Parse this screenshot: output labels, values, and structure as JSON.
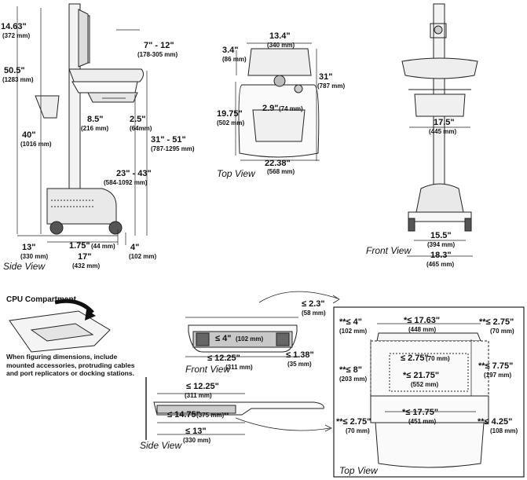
{
  "side_view": {
    "caption": "Side View",
    "dims": [
      {
        "v": "14.63\"",
        "mm": "(372 mm)"
      },
      {
        "v": "50.5\"",
        "mm": "(1283 mm)"
      },
      {
        "v": "40\"",
        "mm": "(1016 mm)"
      },
      {
        "v": "7\" - 12\"",
        "mm": "(178-305 mm)"
      },
      {
        "v": "8.5\"",
        "mm": "(216 mm)"
      },
      {
        "v": "2.5\"",
        "mm": "(64mm)"
      },
      {
        "v": "31\" - 51\"",
        "mm": "(787-1295 mm)"
      },
      {
        "v": "23\" - 43\"",
        "mm": "(584-1092 mm)"
      },
      {
        "v": "13\"",
        "mm": "(330 mm)"
      },
      {
        "v": "1.75\"",
        "mm": "(44 mm)"
      },
      {
        "v": "17\"",
        "mm": "(432 mm)"
      },
      {
        "v": "4\"",
        "mm": "(102 mm)"
      }
    ]
  },
  "top_view": {
    "caption": "Top View",
    "dims": [
      {
        "v": "13.4\"",
        "mm": "(340 mm)"
      },
      {
        "v": "3.4\"",
        "mm": "(86 mm)"
      },
      {
        "v": "31\"",
        "mm": "(787 mm)"
      },
      {
        "v": "19.75\"",
        "mm": "(502 mm)"
      },
      {
        "v": "2.9\"",
        "mm": "(74 mm)"
      },
      {
        "v": "22.38\"",
        "mm": "(568 mm)"
      }
    ]
  },
  "front_view": {
    "caption": "Front View",
    "dims": [
      {
        "v": "17.5\"",
        "mm": "(445 mm)"
      },
      {
        "v": "15.5\"",
        "mm": "(394 mm)"
      },
      {
        "v": "18.3\"",
        "mm": "(465 mm)"
      }
    ]
  },
  "cpu": {
    "title": "CPU Compartment",
    "note": "When figuring dimensions, include mounted accessories, protruding cables and port replicators or docking stations.",
    "front_caption": "Front View",
    "side_caption": "Side View",
    "top_caption": "Top View",
    "front_dims": [
      {
        "v": "≤ 2.3\"",
        "mm": "(58 mm)"
      },
      {
        "v": "≤ 4\"",
        "mm": "(102 mm)"
      },
      {
        "v": "≤ 12.25\"",
        "mm": "(311 mm)"
      },
      {
        "v": "≤ 1.38\"",
        "mm": "(35 mm)"
      }
    ],
    "side_dims": [
      {
        "v": "≤ 12.25\"",
        "mm": "(311 mm)"
      },
      {
        "v": "≤ 14.75\"",
        "mm": "(375 mm)**"
      },
      {
        "v": "≤ 13\"",
        "mm": "(330 mm)"
      }
    ],
    "top_dims": [
      {
        "v": "**≤ 4\"",
        "mm": "(102 mm)"
      },
      {
        "v": "*≤ 17.63\"",
        "mm": "(448 mm)"
      },
      {
        "v": "**≤ 2.75\"",
        "mm": "(70 mm)"
      },
      {
        "v": "≤ 2.75\"",
        "mm": "(70 mm)"
      },
      {
        "v": "**≤ 8\"",
        "mm": "(203 mm)"
      },
      {
        "v": "*≤ 21.75\"",
        "mm": "(552 mm)"
      },
      {
        "v": "**≤ 7.75\"",
        "mm": "(197 mm)"
      },
      {
        "v": "**≤ 2.75\"",
        "mm": "(70 mm)"
      },
      {
        "v": "*≤ 17.75\"",
        "mm": "(451 mm)"
      },
      {
        "v": "**≤ 4.25\"",
        "mm": "(108 mm)"
      }
    ]
  }
}
